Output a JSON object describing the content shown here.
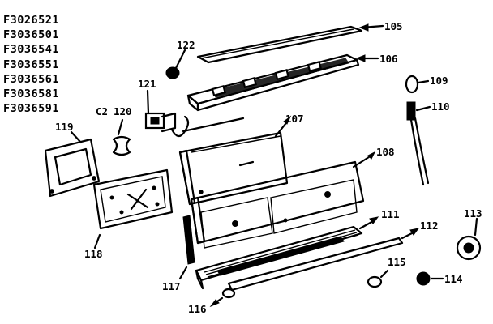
{
  "models": [
    "F3026521",
    "F3036501",
    "F3036541",
    "F3036551",
    "F3036561",
    "F3036581",
    "F3036591"
  ],
  "callouts": {
    "p105": "105",
    "p106": "106",
    "p107": "107",
    "p108": "108",
    "p109": "109",
    "p110": "110",
    "p111": "111",
    "p112": "112",
    "p113": "113",
    "p114": "114",
    "p115": "115",
    "p116": "116",
    "p117": "117",
    "p118": "118",
    "p119": "119",
    "p120": "120",
    "p121": "121",
    "p122": "122",
    "c2": "C2"
  }
}
